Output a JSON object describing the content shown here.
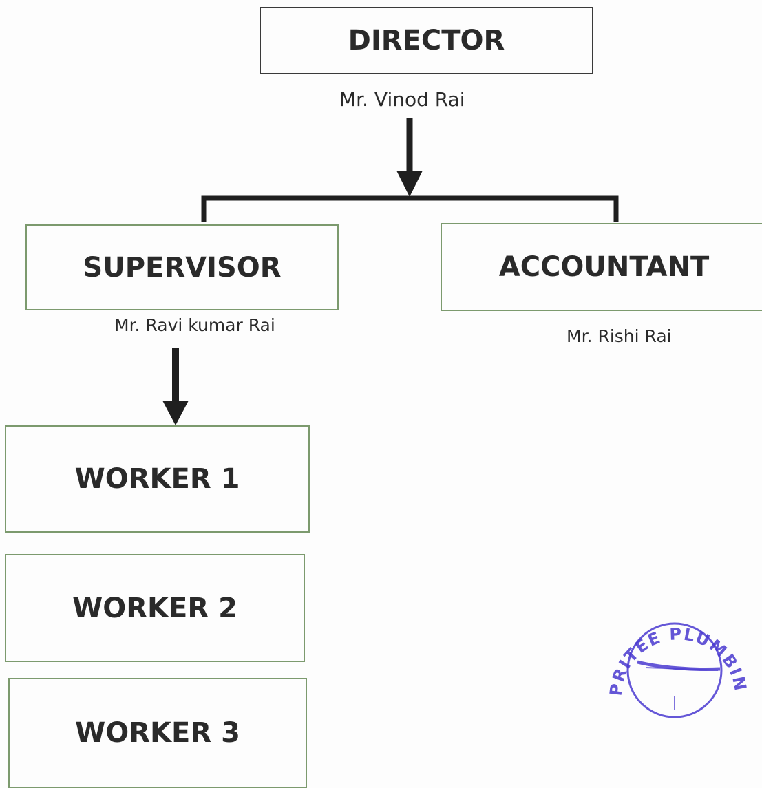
{
  "nodes": {
    "director": {
      "title": "DIRECTOR",
      "name": "Mr. Vinod Rai"
    },
    "supervisor": {
      "title": "SUPERVISOR",
      "name": "Mr. Ravi kumar Rai"
    },
    "accountant": {
      "title": "ACCOUNTANT",
      "name": "Mr. Rishi Rai"
    },
    "workers": [
      {
        "title": "WORKER 1"
      },
      {
        "title": "WORKER 2"
      },
      {
        "title": "WORKER 3"
      }
    ]
  },
  "stamp": {
    "text": "PRITEE PLUMBING"
  },
  "colors": {
    "line": "#1f1f1f",
    "box_border_green": "#7c9a6e",
    "stamp": "#4a3ad0"
  }
}
